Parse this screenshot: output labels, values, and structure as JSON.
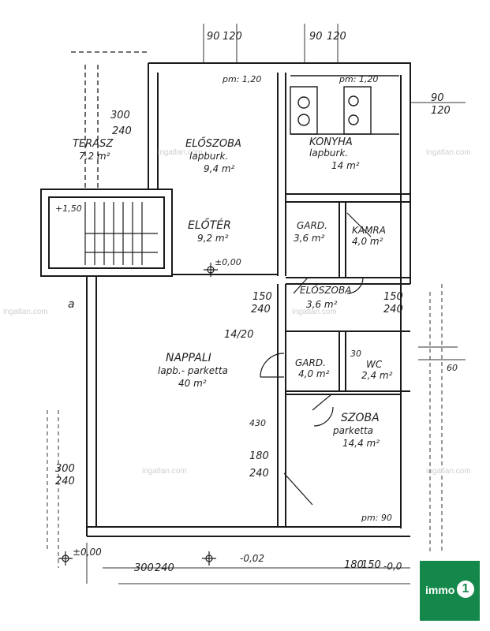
{
  "rooms": {
    "terasz": {
      "name": "TERASZ",
      "area": "7,2 m²"
    },
    "eloszoba_main": {
      "name": "ELŐSZOBA",
      "subtitle": "lapburk.",
      "area": "9,4 m²"
    },
    "eloter": {
      "name": "ELŐTÉR",
      "area": "9,2 m²",
      "level": "±0,00"
    },
    "konyha": {
      "name": "KONYHA",
      "subtitle": "lapburk.",
      "area": "14 m²"
    },
    "gard_top": {
      "name": "GARD.",
      "area": "3,6 m²"
    },
    "kamra": {
      "name": "KAMRA",
      "area": "4,0 m²"
    },
    "eloszoba_small": {
      "name": "ELŐSZOBA",
      "area": "3,6 m²"
    },
    "nappali": {
      "name": "NAPPALI",
      "subtitle": "lapb.- parketta",
      "area": "40 m²"
    },
    "gard_mid": {
      "name": "GARD.",
      "area": "4,0 m²"
    },
    "wc": {
      "name": "WC",
      "area": "2,4 m²"
    },
    "szoba": {
      "name": "SZOBA",
      "subtitle": "parketta",
      "area": "14,4 m²"
    }
  },
  "labels": {
    "stair_level": "+1,50",
    "pm_top_left": "pm: 1,20",
    "pm_top_right": "pm: 1,20",
    "pm_bottom": "pm: 90",
    "dim_300_240_a": "300",
    "dim_300_240_b": "240",
    "dim_150_240_a": "150",
    "dim_150_240_b": "240",
    "dim_150_240_c": "150",
    "dim_150_240_d": "240",
    "dim_90_120_a": "90",
    "dim_90_120_b": "120",
    "dim_90_top_a": "90",
    "dim_120_top_a": "120",
    "dim_90_top_b": "90",
    "dim_120_top_b": "120",
    "dim_14_20": "14/20",
    "dim_180_240_a": "180",
    "dim_180_240_b": "240",
    "dim_300_240_left_a": "300",
    "dim_300_240_left_b": "240",
    "dim_bottom_300": "300",
    "dim_bottom_240": "240",
    "dim_bottom_180": "180",
    "dim_bottom_150": "150",
    "level_bottom_left": "±0,00",
    "level_bottom_mid": "-0,02",
    "level_bottom_right": "-0,0",
    "dim_30": "30",
    "dim_60": "60",
    "dim_430": "430",
    "mark_a": "a",
    "wm_1": "ingatlan.com",
    "wm_2": "ingatlan.com",
    "wm_3": "ingatlan.com",
    "wm_4": "ingatlan.com",
    "wm_5": "ingatlan.com",
    "wm_6": "ingatlan.com"
  },
  "logo": {
    "text": "immo",
    "badge": "1",
    "color": "#13884a"
  }
}
